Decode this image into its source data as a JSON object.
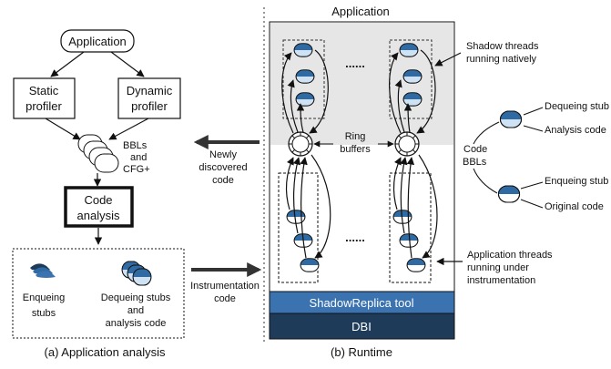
{
  "colors": {
    "stub_dark": "#2f6aa3",
    "stub_light": "#cfe2f3",
    "shadow_region": "#e6e6e6",
    "tool_bar": "#3b73b0",
    "dbi_bar": "#1e3c5a"
  },
  "left": {
    "application": "Application",
    "static_profiler_l1": "Static",
    "static_profiler_l2": "profiler",
    "dynamic_profiler_l1": "Dynamic",
    "dynamic_profiler_l2": "profiler",
    "bbls_l1": "BBLs",
    "bbls_l2": "and",
    "bbls_l3": "CFG+",
    "code_analysis_l1": "Code",
    "code_analysis_l2": "analysis",
    "enqueing_l1": "Enqueing",
    "enqueing_l2": "stubs",
    "dequeing_l1": "Dequeing stubs",
    "dequeing_l2": "and",
    "dequeing_l3": "analysis code",
    "caption": "(a) Application analysis"
  },
  "middle": {
    "newly_l1": "Newly",
    "newly_l2": "discovered",
    "newly_l3": "code",
    "instr_l1": "Instrumentation",
    "instr_l2": "code"
  },
  "right": {
    "application": "Application",
    "dots": "......",
    "ring_l1": "Ring",
    "ring_l2": "buffers",
    "shadow_l1": "Shadow threads",
    "shadow_l2": "running natively",
    "appthreads_l1": "Application threads",
    "appthreads_l2": "running under",
    "appthreads_l3": "instrumentation",
    "tool": "ShadowReplica tool",
    "dbi": "DBI",
    "caption": "(b) Runtime"
  },
  "legend": {
    "dequeing_stub": "Dequeing stub",
    "analysis_code": "Analysis code",
    "code_l1": "Code",
    "code_l2": "BBLs",
    "enqueing_stub": "Enqueing stub",
    "original_code": "Original code"
  }
}
